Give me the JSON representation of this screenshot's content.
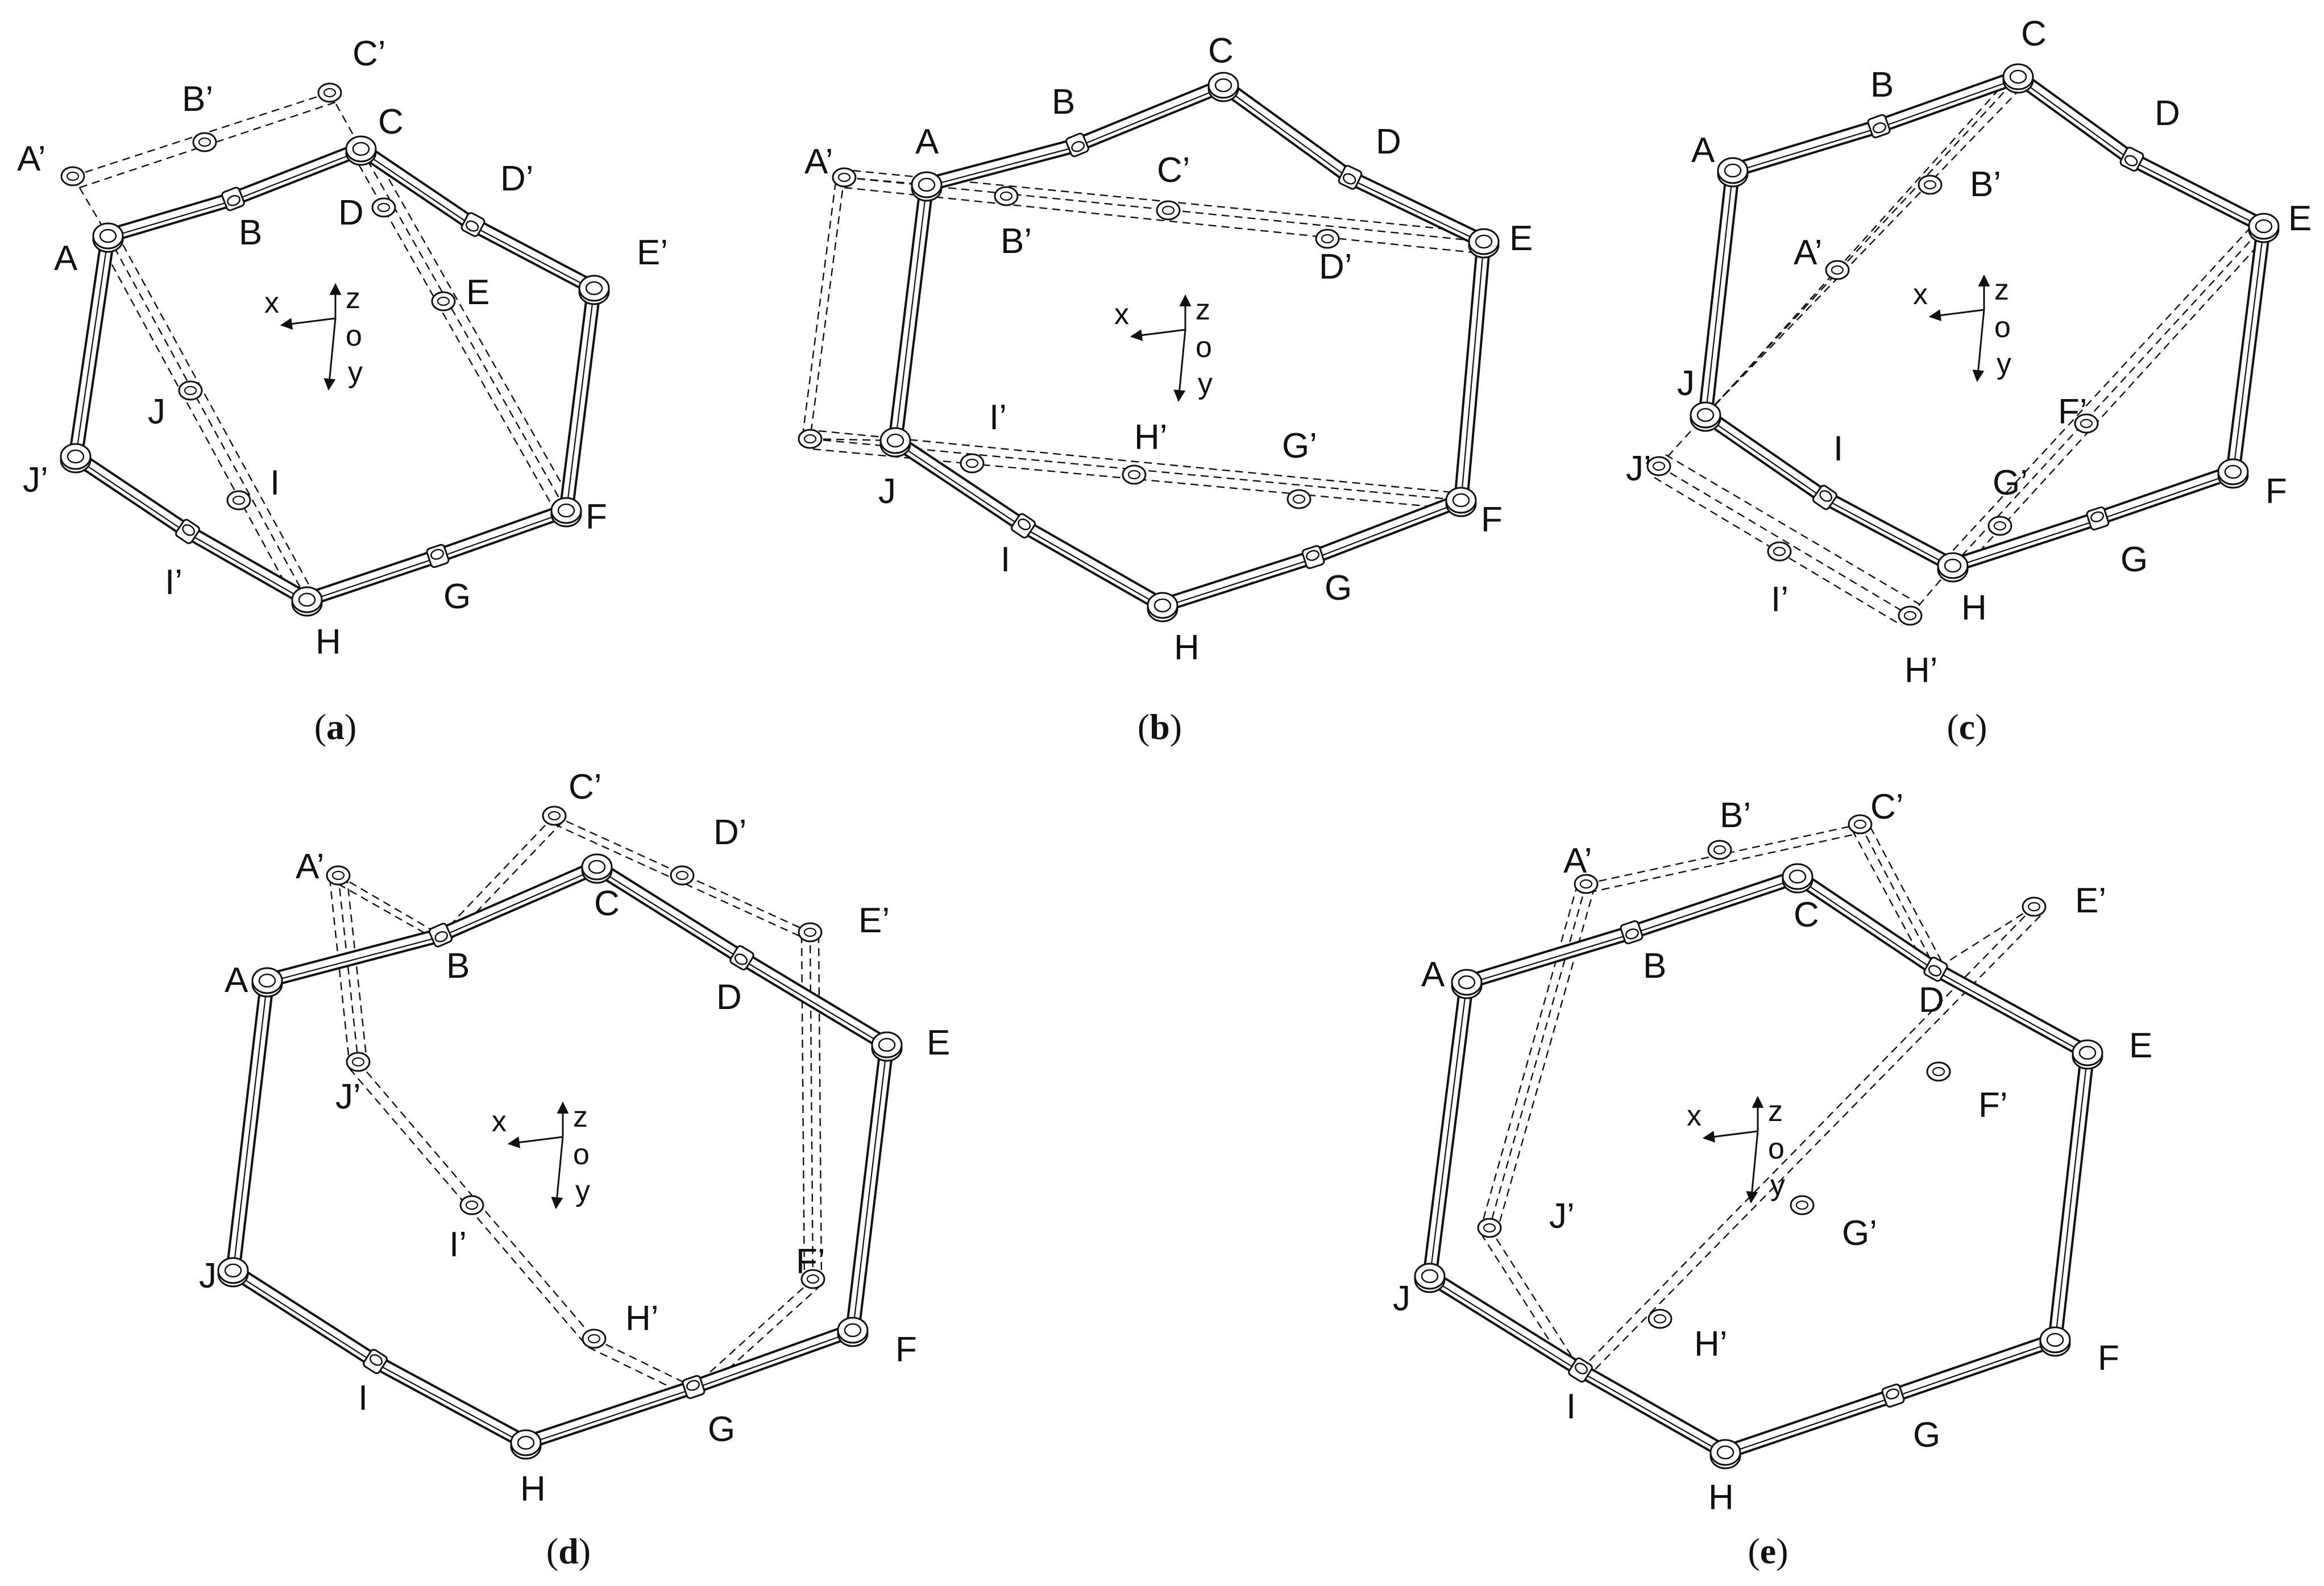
{
  "panels": [
    {
      "id": "a",
      "caption_pre": "(",
      "caption_letter": "a",
      "caption_post": ")",
      "axes": {
        "x": "x",
        "y": "y",
        "z": "z",
        "o": "o"
      },
      "labels": {
        "A": "A",
        "B": "B",
        "C": "C",
        "D": "D",
        "E": "E",
        "F": "F",
        "G": "G",
        "H": "H",
        "I": "I",
        "J": "J",
        "A'": "A’",
        "B'": "B’",
        "C'": "C’",
        "D'": "D’",
        "E'": "E’",
        "I'": "I’",
        "J'": "J’",
        "J2": "J’"
      }
    },
    {
      "id": "b",
      "caption_pre": "(",
      "caption_letter": "b",
      "caption_post": ")",
      "axes": {
        "x": "x",
        "y": "y",
        "z": "z",
        "o": "o"
      },
      "labels": {
        "A": "A",
        "B": "B",
        "C": "C",
        "D": "D",
        "E": "E",
        "F": "F",
        "G": "G",
        "H": "H",
        "I": "I",
        "J": "J",
        "A'": "A’",
        "B'": "B’",
        "C'": "C’",
        "D'": "D’",
        "G'": "G’",
        "H'": "H’",
        "I'": "I’"
      }
    },
    {
      "id": "c",
      "caption_pre": "(",
      "caption_letter": "c",
      "caption_post": ")",
      "axes": {
        "x": "x",
        "y": "y",
        "z": "z",
        "o": "o"
      },
      "labels": {
        "A": "A",
        "B": "B",
        "C": "C",
        "D": "D",
        "E": "E",
        "F": "F",
        "G": "G",
        "H": "H",
        "I": "I",
        "J": "J",
        "A'": "A’",
        "B'": "B’",
        "F'": "F’",
        "G'": "G’",
        "H'": "H’",
        "I'": "I’",
        "J'": "J’"
      }
    },
    {
      "id": "d",
      "caption_pre": "(",
      "caption_letter": "d",
      "caption_post": ")",
      "axes": {
        "x": "x",
        "y": "y",
        "z": "z",
        "o": "o"
      },
      "labels": {
        "A": "A",
        "B": "B",
        "C": "C",
        "D": "D",
        "E": "E",
        "F": "F",
        "G": "G",
        "H": "H",
        "I": "I",
        "J": "J",
        "A'": "A’",
        "C'": "C’",
        "D'": "D’",
        "E'": "E’",
        "F'": "F’",
        "H'": "H’",
        "I'": "I’",
        "J'": "J’"
      }
    },
    {
      "id": "e",
      "caption_pre": "(",
      "caption_letter": "e",
      "caption_post": ")",
      "axes": {
        "x": "x",
        "y": "y",
        "z": "z",
        "o": "o"
      },
      "labels": {
        "A": "A",
        "B": "B",
        "C": "C",
        "D": "D",
        "E": "E",
        "F": "F",
        "G": "G",
        "H": "H",
        "I": "I",
        "J": "J",
        "A'": "A’",
        "B'": "B’",
        "C'": "C’",
        "E'": "E’",
        "F'": "F’",
        "G'": "G’",
        "H'": "H’",
        "J'": "J’"
      }
    }
  ]
}
